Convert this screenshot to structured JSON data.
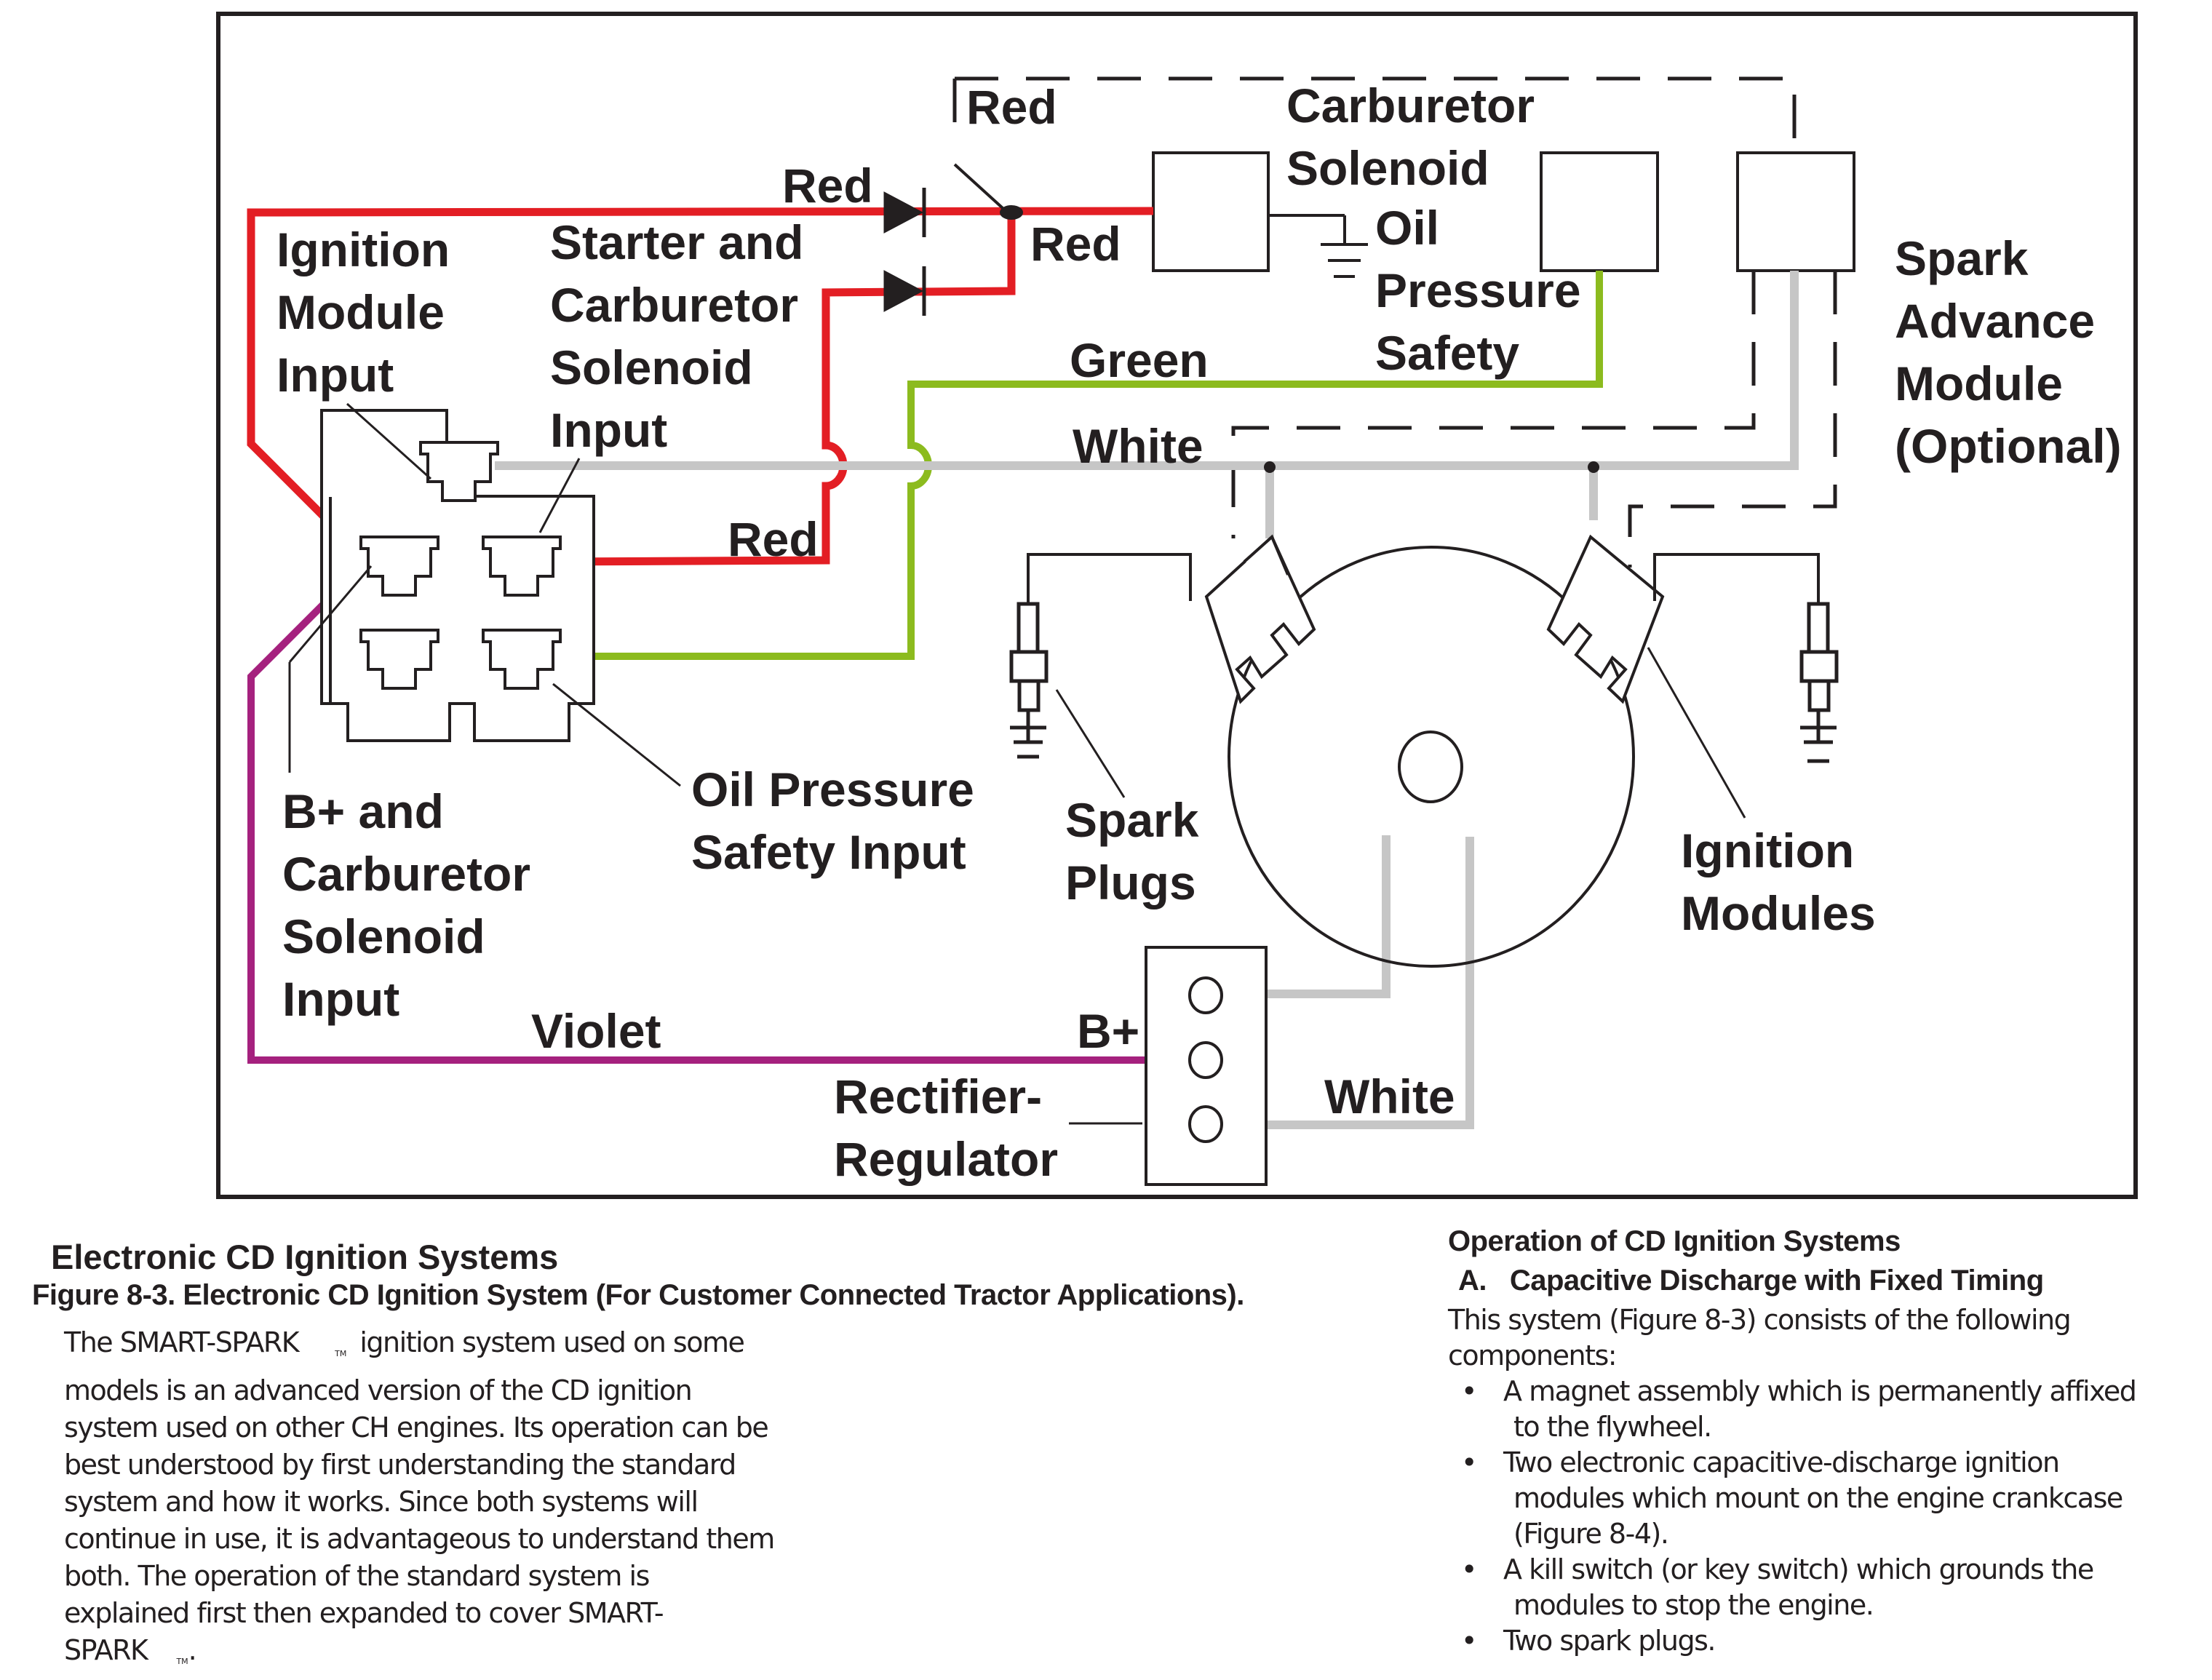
{
  "diagram": {
    "wire_colors": {
      "red": "#e31e24",
      "green": "#8cbb1e",
      "white": "#c6c6c6",
      "violet": "#a5217e",
      "outline": "#231f20"
    },
    "labels": {
      "ignition_module_input": [
        "Ignition",
        "Module",
        "Input"
      ],
      "starter_carb_solenoid_input": [
        "Starter and",
        "Carburetor",
        "Solenoid",
        "Input"
      ],
      "red_top": "Red",
      "red_diode": "Red",
      "red_switch": "Red",
      "red_connector": "Red",
      "carburetor_solenoid": [
        "Carburetor",
        "Solenoid"
      ],
      "oil_pressure_safety": [
        "Oil",
        "Pressure",
        "Safety"
      ],
      "spark_advance_module": [
        "Spark",
        "Advance",
        "Module",
        "(Optional)"
      ],
      "green": "Green",
      "white_top": "White",
      "white_bottom": "White",
      "violet": "Violet",
      "b_plus": "B+",
      "b_plus_carb_input": [
        "B+ and",
        "Carburetor",
        "Solenoid",
        "Input"
      ],
      "oil_pressure_safety_input": [
        "Oil Pressure",
        "Safety Input"
      ],
      "spark_plugs": [
        "Spark",
        "Plugs"
      ],
      "ignition_modules": [
        "Ignition",
        "Modules"
      ],
      "rectifier_regulator": [
        "Rectifier-",
        "Regulator"
      ]
    }
  },
  "caption": {
    "section_title": "Electronic CD Ignition Systems",
    "figure_title": "Figure 8-3. Electronic CD Ignition System (For Customer Connected Tractor Applications)."
  },
  "left_column": {
    "lines": [
      "The SMART-SPARK",
      "ignition system used on some",
      "models is an advanced version of the CD ignition",
      "system used on other CH engines. Its operation can be",
      "best understood by first understanding the standard",
      "system and how it works. Since both systems will",
      "continue in use, it is advantageous to understand them",
      "both. The operation of the standard system is",
      "explained first then expanded to cover SMART-",
      "SPARK",
      "."
    ],
    "tm": "TM"
  },
  "right_column": {
    "heading": "Operation of CD Ignition Systems",
    "subheading": "A.   Capacitive Discharge with Fixed Timing",
    "intro_lines": [
      "This system (Figure 8-3) consists of the following",
      "components:"
    ],
    "bullet_char": "•",
    "bullets": [
      {
        "lines": [
          "A magnet assembly which is permanently affixed",
          "to the flywheel."
        ]
      },
      {
        "lines": [
          "Two electronic capacitive-discharge ignition",
          "modules which mount on the engine crankcase",
          "(Figure 8-4)."
        ]
      },
      {
        "lines": [
          "A kill switch (or key switch) which grounds the",
          "modules to stop the engine."
        ]
      },
      {
        "lines": [
          "Two spark plugs."
        ]
      }
    ]
  }
}
